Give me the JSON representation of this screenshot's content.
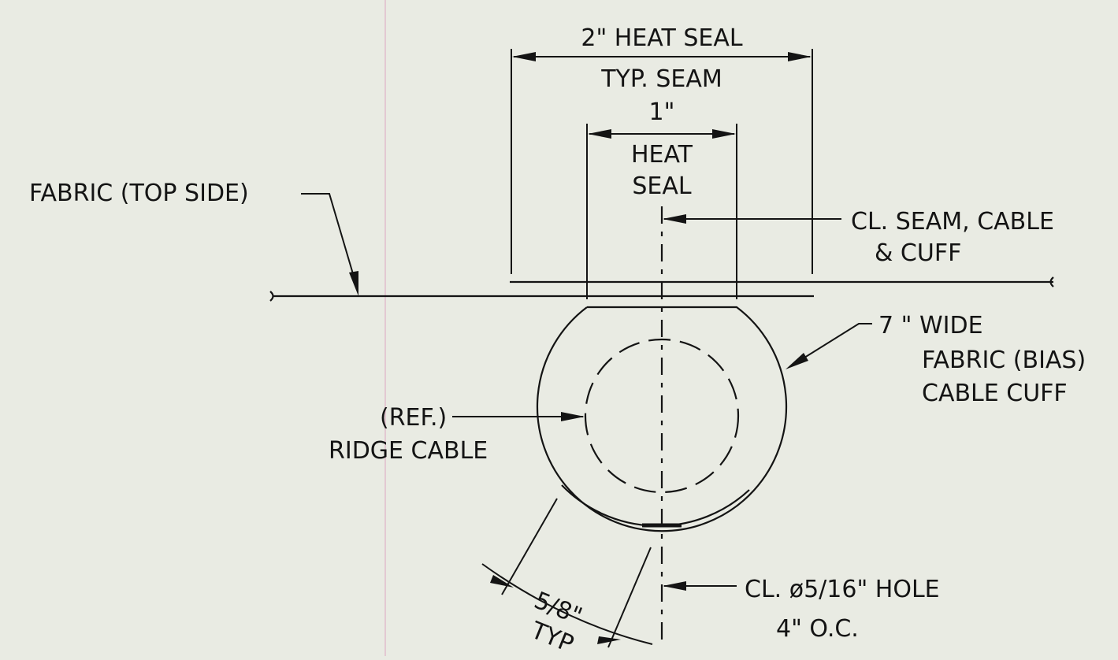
{
  "drawing": {
    "colors": {
      "paper": "#e9ebe3",
      "ink": "#141414",
      "fold": "#e3c9d2"
    },
    "labels": {
      "heat_seal_2": "2\" HEAT SEAL",
      "typ_seam": "TYP. SEAM",
      "one_inch": "1\"",
      "heat": "HEAT",
      "seal": "SEAL",
      "fabric_top_side": "FABRIC (TOP SIDE)",
      "cl_seam_cable": "CL. SEAM, CABLE",
      "and_cuff": "& CUFF",
      "seven_wide": "7  \" WIDE",
      "fabric_bias": "FABRIC (BIAS)",
      "cable_cuff": "CABLE CUFF",
      "ref": "(REF.)",
      "ridge_cable": "RIDGE CABLE",
      "cl_hole": "CL. ø5/16\" HOLE",
      "four_oc": "4\" O.C.",
      "five_eighths": "5/8\"",
      "typ": "TYP"
    }
  }
}
